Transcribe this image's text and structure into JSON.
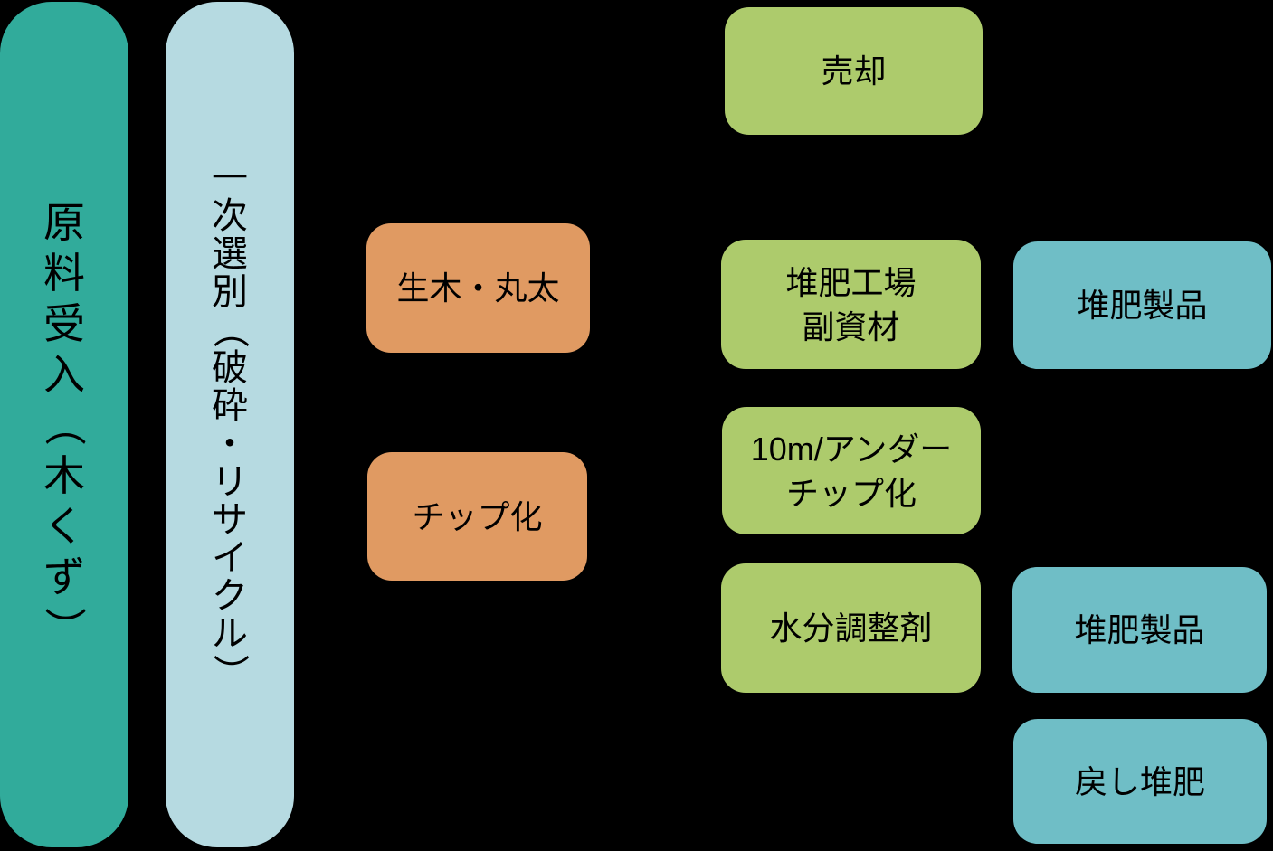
{
  "colors": {
    "background": "#000000",
    "column_intake_teal": "#31AB9B",
    "column_sorting_blue": "#B6DAE1",
    "process_orange": "#E09A62",
    "output_green": "#ADCB6C",
    "product_teal": "#6FBEC6",
    "text": "#000000"
  },
  "columns": {
    "intake": {
      "label": "原料受入（木くず）"
    },
    "sorting": {
      "label": "一次選別（破砕・リサイクル）"
    }
  },
  "boxes": {
    "raw_wood": {
      "lines": [
        "生木・丸太"
      ]
    },
    "chipping": {
      "lines": [
        "チップ化"
      ]
    },
    "sale": {
      "lines": [
        "売却"
      ]
    },
    "compost_factory_materials": {
      "lines": [
        "堆肥工場",
        "副資材"
      ]
    },
    "under_10m_chipping": {
      "lines": [
        "10m/アンダー",
        "チップ化"
      ]
    },
    "moisture_conditioner": {
      "lines": [
        "水分調整剤"
      ]
    },
    "compost_product_1": {
      "lines": [
        "堆肥製品"
      ]
    },
    "compost_product_2": {
      "lines": [
        "堆肥製品"
      ]
    },
    "returned_compost": {
      "lines": [
        "戻し堆肥"
      ]
    }
  }
}
